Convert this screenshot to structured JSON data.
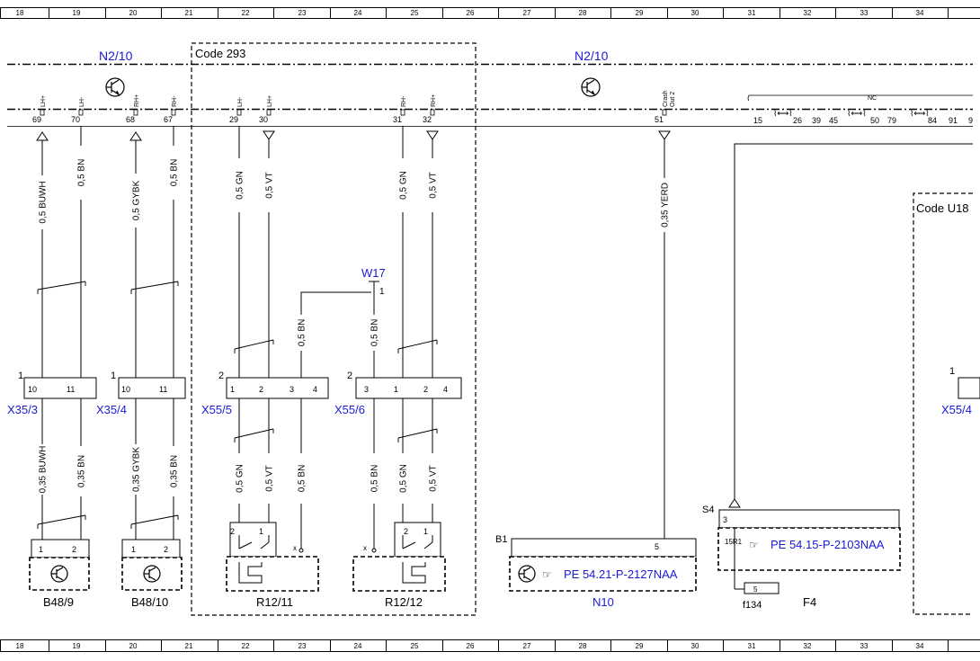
{
  "columns": [
    "18",
    "19",
    "20",
    "21",
    "22",
    "23",
    "24",
    "25",
    "26",
    "27",
    "28",
    "29",
    "30",
    "31",
    "32",
    "33",
    "34"
  ],
  "modules": {
    "left": "N2/10",
    "right": "N2/10",
    "receiver": "N10"
  },
  "code_boxes": {
    "code293": "Code 293",
    "codeU18": "Code U18"
  },
  "pins_top": [
    {
      "num": "69",
      "sig": "LH+"
    },
    {
      "num": "70",
      "sig": "LH-"
    },
    {
      "num": "68",
      "sig": "RH+"
    },
    {
      "num": "67",
      "sig": "RH-"
    },
    {
      "num": "29",
      "sig": "LH-"
    },
    {
      "num": "30",
      "sig": "LH+"
    },
    {
      "num": "31",
      "sig": "RH-"
    },
    {
      "num": "32",
      "sig": "RH+"
    },
    {
      "num": "51",
      "sig": "Crash Out 2"
    }
  ],
  "nc_label": "NC",
  "nc_pins": [
    "15",
    "26",
    "39",
    "45",
    "50",
    "79",
    "84",
    "91",
    "9"
  ],
  "wires_upper": [
    "0,5 BUWH",
    "0,5 BN",
    "0,5 GYBK",
    "0,5 BN",
    "0,5 GN",
    "0,5 VT",
    "0,5 GN",
    "0,5 VT",
    "0,35 YERD"
  ],
  "wires_lower": [
    "0,35 BUWH",
    "0,35 BN",
    "0,35 GYBK",
    "0,35 BN",
    "0,5 GN",
    "0,5 VT",
    "0,5 BN",
    "0,5 BN",
    "0,5 GN",
    "0,5 VT"
  ],
  "w17": {
    "label": "W17",
    "pin": "1",
    "wire_left": "0,5 BN",
    "wire_right": "0,5 BN"
  },
  "connectors": {
    "x35_3": {
      "label": "X35/3",
      "num": "1",
      "pins": [
        "10",
        "11"
      ]
    },
    "x35_4": {
      "label": "X35/4",
      "num": "1",
      "pins": [
        "10",
        "11"
      ]
    },
    "x55_5": {
      "label": "X55/5",
      "num": "2",
      "pins": [
        "1",
        "2",
        "3",
        "4"
      ]
    },
    "x55_6": {
      "label": "X55/6",
      "num": "2",
      "pins": [
        "3",
        "1",
        "2",
        "4"
      ]
    },
    "x55_4": {
      "label": "X55/4",
      "num": "1"
    }
  },
  "components": {
    "b48_9": {
      "label": "B48/9",
      "pins": [
        "1",
        "2"
      ]
    },
    "b48_10": {
      "label": "B48/10",
      "pins": [
        "1",
        "2"
      ]
    },
    "r12_11": {
      "label": "R12/11",
      "pins": [
        "2",
        "1"
      ],
      "x": "x"
    },
    "r12_12": {
      "label": "R12/12",
      "pins": [
        "2",
        "1"
      ],
      "x": "x"
    },
    "n10": {
      "ref_label": "B1",
      "pin": "5",
      "link": "PE 54.21-P-2127NAA"
    },
    "f4": {
      "label": "F4",
      "ref_label": "S4",
      "pin": "3",
      "sub": "15R1",
      "link": "PE 54.15-P-2103NAA",
      "fuse": "f134",
      "fuse_pin": "5"
    }
  }
}
